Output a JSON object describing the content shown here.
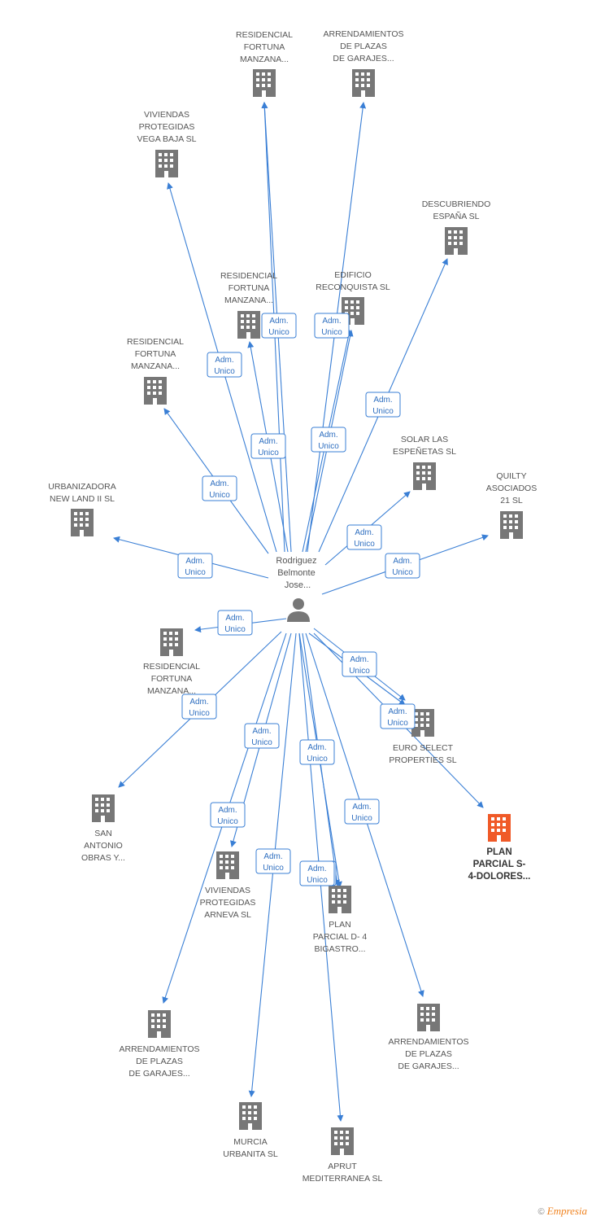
{
  "center": {
    "label_lines": [
      "Rodriguez",
      "Belmonte",
      "Jose..."
    ]
  },
  "badge": {
    "line1": "Adm.",
    "line2": "Unico"
  },
  "colors": {
    "edge": "#3a7fd5",
    "building": "#777777",
    "highlight": "#f05a28"
  },
  "nodes": [
    {
      "id": "residencial-fortuna-top",
      "label_lines": [
        "RESIDENCIAL",
        "FORTUNA",
        "MANZANA..."
      ]
    },
    {
      "id": "arrendamientos-top",
      "label_lines": [
        "ARRENDAMIENTOS",
        "DE PLAZAS",
        "DE GARAJES..."
      ]
    },
    {
      "id": "viviendas-vega-baja",
      "label_lines": [
        "VIVIENDAS",
        "PROTEGIDAS",
        "VEGA BAJA SL"
      ]
    },
    {
      "id": "descubriendo-espana",
      "label_lines": [
        "DESCUBRIENDO",
        "ESPAÑA SL"
      ]
    },
    {
      "id": "residencial-fortuna-mid",
      "label_lines": [
        "RESIDENCIAL",
        "FORTUNA",
        "MANZANA..."
      ]
    },
    {
      "id": "edificio-reconquista",
      "label_lines": [
        "EDIFICIO",
        "RECONQUISTA SL"
      ]
    },
    {
      "id": "residencial-fortuna-left",
      "label_lines": [
        "RESIDENCIAL",
        "FORTUNA",
        "MANZANA..."
      ]
    },
    {
      "id": "solar-las-espenetas",
      "label_lines": [
        "SOLAR LAS",
        "ESPEÑETAS SL"
      ]
    },
    {
      "id": "urbanizadora-new-land",
      "label_lines": [
        "URBANIZADORA",
        "NEW LAND II SL"
      ]
    },
    {
      "id": "quilty-asociados",
      "label_lines": [
        "QUILTY",
        "ASOCIADOS",
        "21 SL"
      ]
    },
    {
      "id": "residencial-fortuna-low",
      "label_lines": [
        "RESIDENCIAL",
        "FORTUNA",
        "MANZANA..."
      ]
    },
    {
      "id": "euro-select",
      "label_lines": [
        "EURO SELECT",
        "PROPERTIES SL"
      ]
    },
    {
      "id": "san-antonio",
      "label_lines": [
        "SAN",
        "ANTONIO",
        "OBRAS Y..."
      ]
    },
    {
      "id": "plan-parcial-s4",
      "label_lines": [
        "PLAN",
        "PARCIAL S-",
        "4-DOLORES..."
      ],
      "highlight": true
    },
    {
      "id": "viviendas-arneva",
      "label_lines": [
        "VIVIENDAS",
        "PROTEGIDAS",
        "ARNEVA SL"
      ]
    },
    {
      "id": "plan-parcial-d4",
      "label_lines": [
        "PLAN",
        "PARCIAL D- 4",
        "BIGASTRO..."
      ]
    },
    {
      "id": "arrendamientos-left",
      "label_lines": [
        "ARRENDAMIENTOS",
        "DE PLAZAS",
        "DE GARAJES..."
      ]
    },
    {
      "id": "arrendamientos-right",
      "label_lines": [
        "ARRENDAMIENTOS",
        "DE PLAZAS",
        "DE GARAJES..."
      ]
    },
    {
      "id": "murcia-urbanita",
      "label_lines": [
        "MURCIA",
        "URBANITA SL"
      ]
    },
    {
      "id": "aprut-mediterranea",
      "label_lines": [
        "APRUT",
        "MEDITERRANEA SL"
      ]
    }
  ],
  "footer": {
    "copyright": "©",
    "brand": "Empresia"
  }
}
